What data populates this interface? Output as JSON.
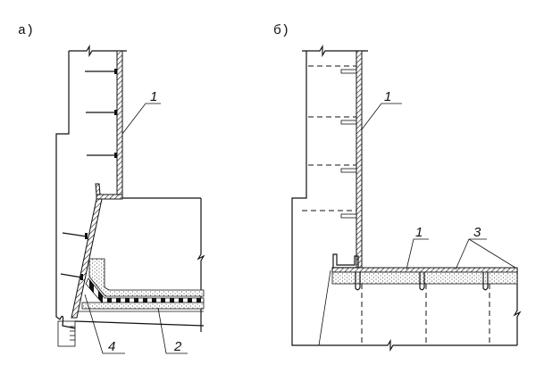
{
  "panels": [
    {
      "id": "a",
      "label": "а)",
      "callouts": [
        "1",
        "4",
        "2"
      ]
    },
    {
      "id": "b",
      "label": "б)",
      "callouts": [
        "1",
        "1",
        "3"
      ]
    }
  ],
  "colors": {
    "ink": "#111111",
    "paper": "#ffffff"
  }
}
